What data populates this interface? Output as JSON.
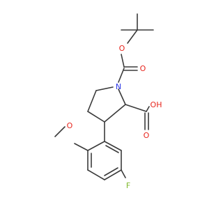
{
  "colors": {
    "bond": "#3a3a3a",
    "oxygen": "#e8261e",
    "nitrogen": "#2a35e6",
    "fluorine": "#7fb82b",
    "background": "#ffffff"
  },
  "atoms": {
    "o_carbamate_ether": "O",
    "o_carbamate_carbonyl": "O",
    "n_ring": "N",
    "oh_acid": "OH",
    "o_acid_carbonyl": "O",
    "o_methoxy": "O",
    "f_aryl": "F"
  }
}
